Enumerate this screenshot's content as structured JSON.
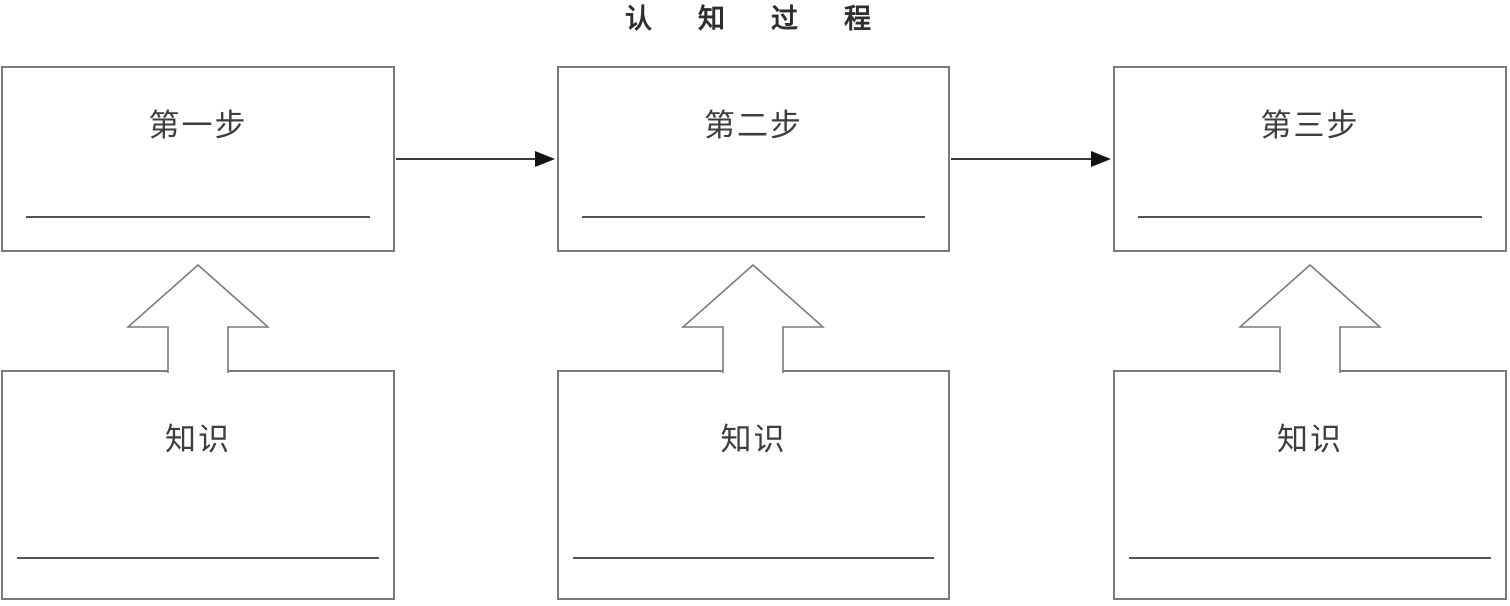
{
  "title": "认知过程",
  "columns": [
    {
      "step_label": "第一步",
      "knowledge_label": "知识"
    },
    {
      "step_label": "第二步",
      "knowledge_label": "知识"
    },
    {
      "step_label": "第三步",
      "knowledge_label": "知识"
    }
  ],
  "colors": {
    "border": "#7a7a7a",
    "blank_line": "#545454",
    "text": "#3d3d3d",
    "title_text": "#2e2e2e",
    "connector": "#3a3a3a",
    "arrowhead": "#141414",
    "background": "#ffffff"
  }
}
